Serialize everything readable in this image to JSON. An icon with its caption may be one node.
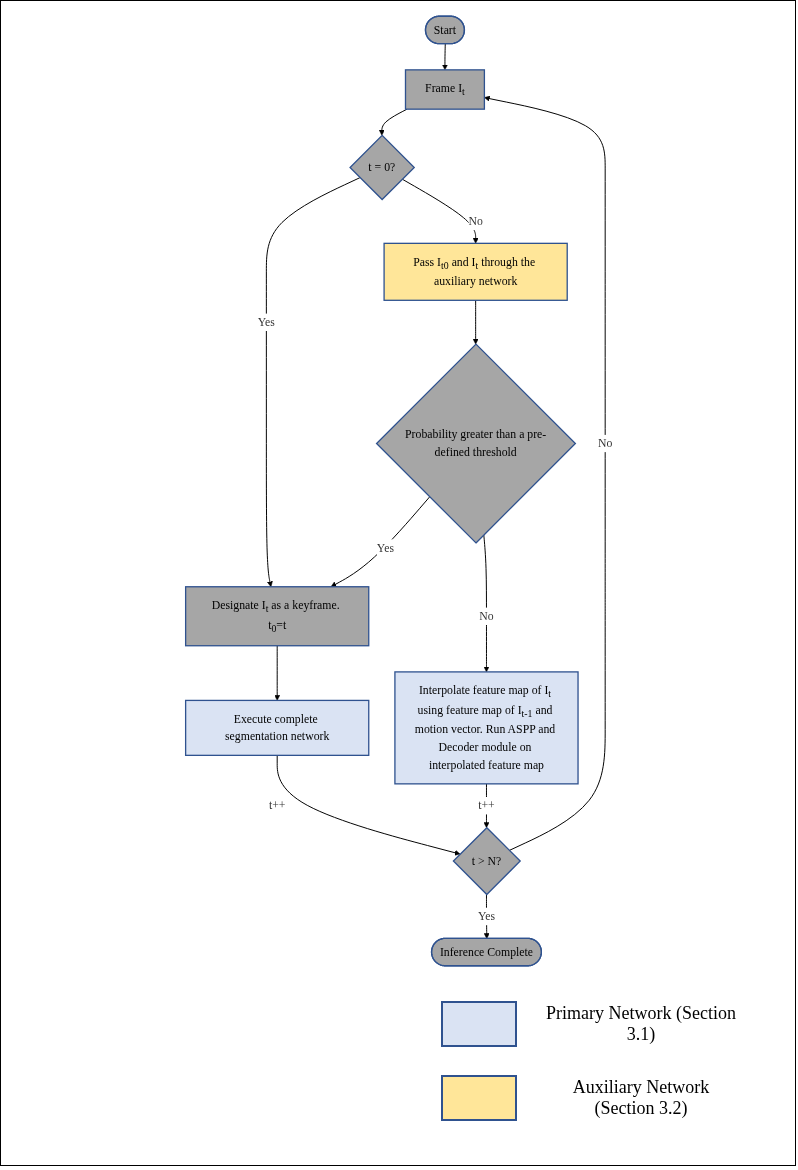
{
  "diagram": {
    "nodes": [
      {
        "text": [
          "Start"
        ]
      },
      {
        "text": [
          "Frame I$_{t}$"
        ]
      },
      {
        "text": [
          "t = 0?"
        ]
      },
      {
        "text": [
          "Pass I$_{t0}$ and I$_{t}$ through the auxiliary network"
        ]
      },
      {
        "text": [
          "Designate I$_{t}$ as a keyframe. t$_{0}$=t"
        ]
      },
      {
        "text": [
          "Probability greater than a pre-defined threshold"
        ]
      },
      {
        "text": [
          "Execute complete segmentation network"
        ]
      },
      {
        "text": [
          "Interpolate feature map of I$_{t}$ using feature map of I$_{t-1}$ and motion vector. Run ASPP and Decoder module on interpolated feature map"
        ]
      },
      {
        "text": [
          "t > N?"
        ]
      },
      {
        "text": [
          "Inference Complete"
        ]
      }
    ],
    "edges": [
      {
        "from": 0,
        "to": 1,
        "arrow": "to"
      },
      {
        "from": 1,
        "to": 2,
        "arrow": "to"
      },
      {
        "from": 2,
        "to": 3,
        "arrow": "to",
        "label": "No"
      },
      {
        "from": 2,
        "to": 4,
        "arrow": "to",
        "label": "Yes"
      },
      {
        "from": 3,
        "to": 5,
        "arrow": "to"
      },
      {
        "from": 5,
        "to": 4,
        "arrow": "to",
        "label": "Yes"
      },
      {
        "from": 4,
        "to": 6,
        "arrow": "to"
      },
      {
        "from": 6,
        "to": 8,
        "arrow": "to",
        "label": "t++"
      },
      {
        "from": 5,
        "to": 7,
        "arrow": "to",
        "label": "No"
      },
      {
        "from": 7,
        "to": 8,
        "arrow": "to",
        "label": "t++"
      },
      {
        "from": 8,
        "to": 1,
        "arrow": "to",
        "label": "No"
      },
      {
        "from": 8,
        "to": 9,
        "arrow": "to",
        "label": "Yes"
      }
    ],
    "legend": [
      {
        "text": "Primary Network (Section 3.1)",
        "color": "#dae3f3"
      },
      {
        "text": "Auxiliary Network (Section 3.2)",
        "color": "#ffe699"
      }
    ]
  }
}
